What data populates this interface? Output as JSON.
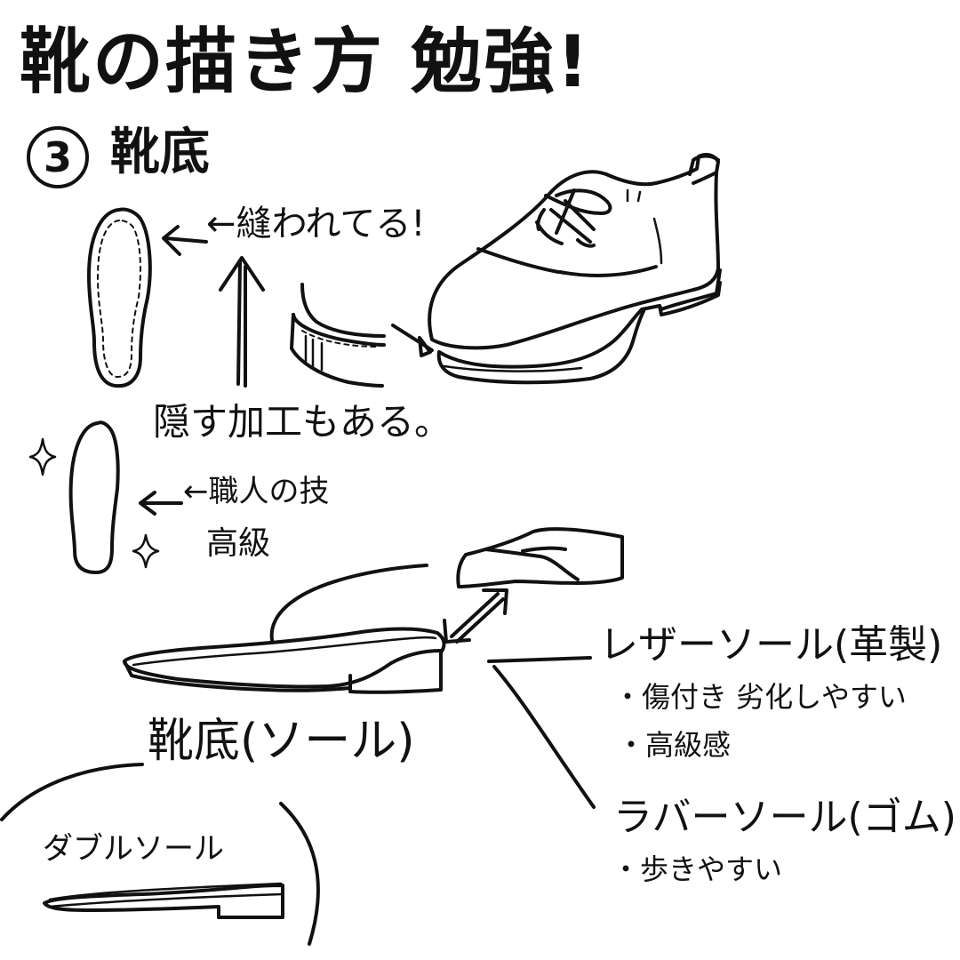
{
  "title": "靴の描き方 勉強!",
  "section": {
    "number": "3",
    "label": "靴底"
  },
  "notes": {
    "stitched": "←縫われてる!",
    "hidden": "隠す加工もある。",
    "craftsman": "←職人の技",
    "high_end": "高級",
    "sole": "靴底(ソール)",
    "double_sole": "ダブルソール"
  },
  "leather_sole": {
    "label": "レザーソール(革製)",
    "points": [
      "・傷付き 劣化しやすい",
      "・高級感"
    ]
  },
  "rubber_sole": {
    "label": "ラバーソール(ゴム)",
    "points": [
      "・歩きやすい"
    ]
  }
}
